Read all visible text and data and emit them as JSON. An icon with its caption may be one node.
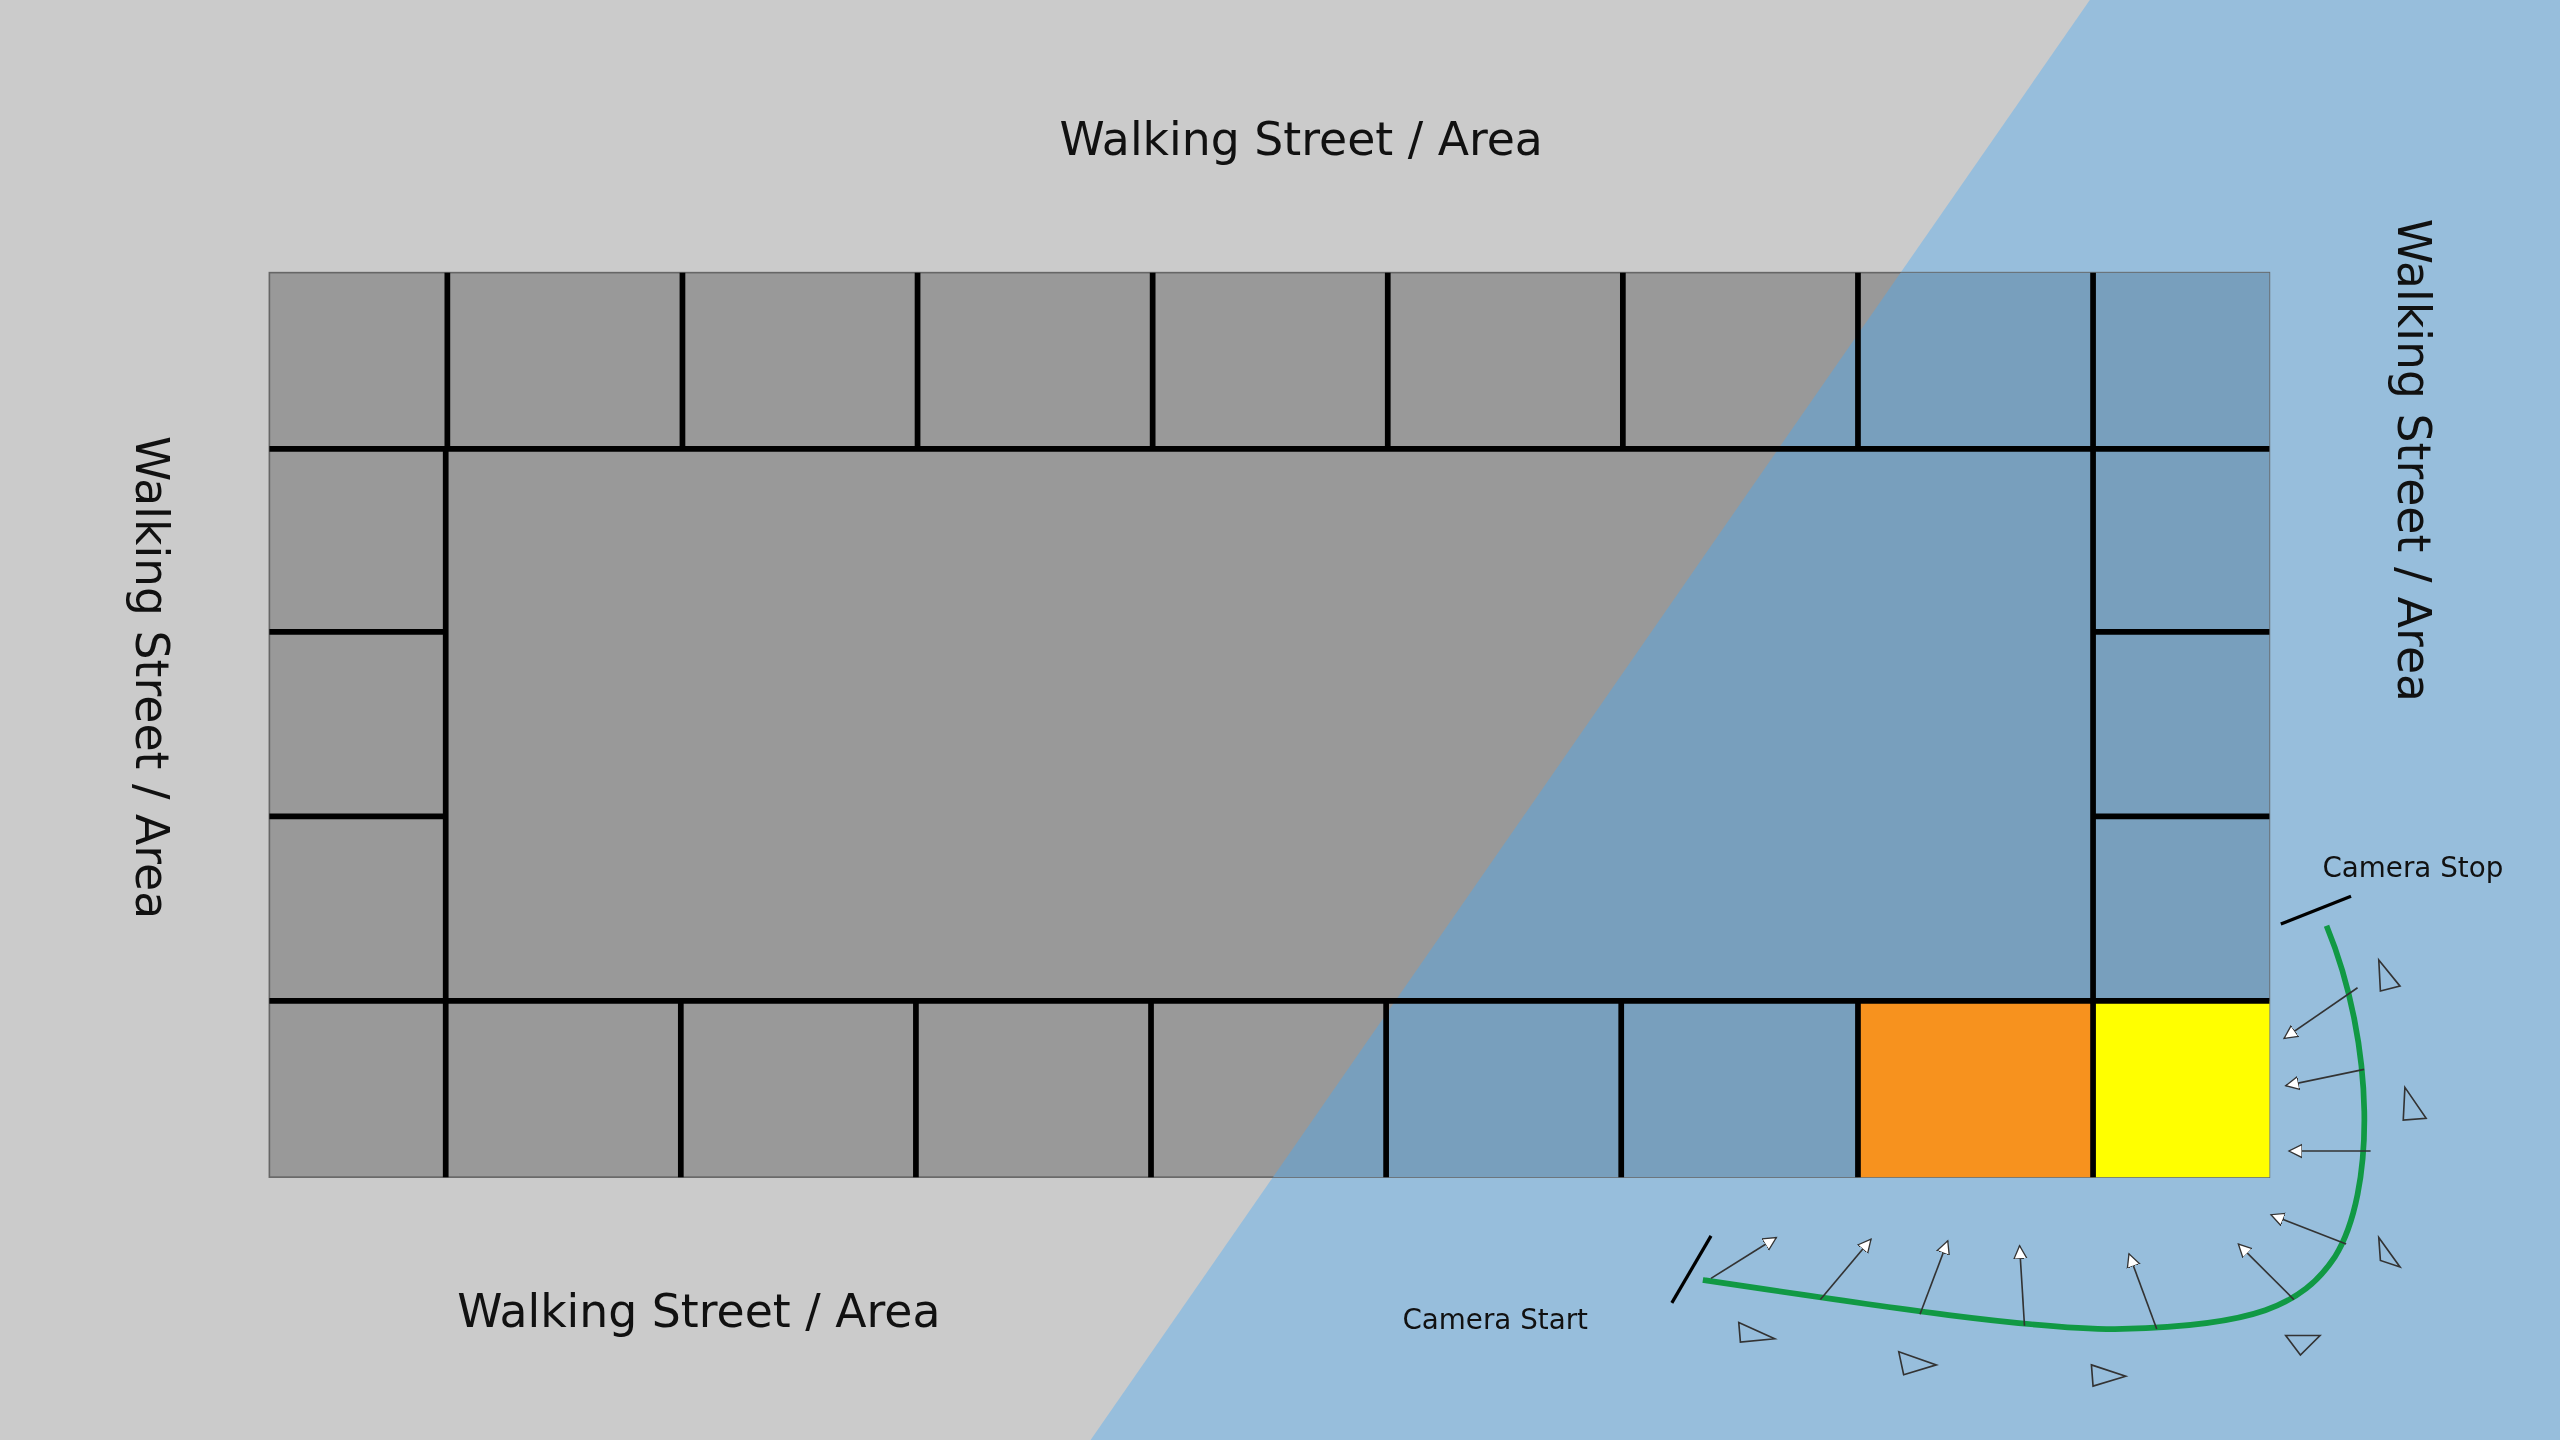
{
  "diagram": {
    "labels": [
      "Walking Street / Area",
      "Walking Street / Area",
      "Walking Street / Area",
      "Walking Street / Area",
      "Camera Stop",
      "Camera Start"
    ]
  }
}
